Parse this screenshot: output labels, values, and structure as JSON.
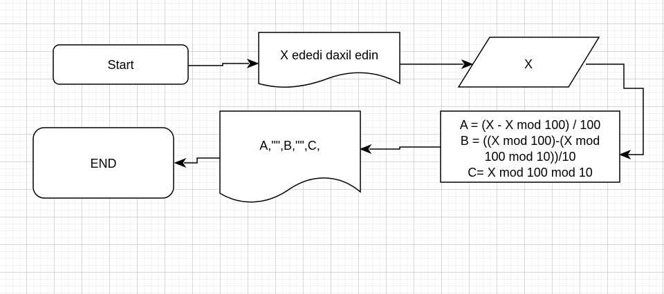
{
  "diagram": {
    "nodes": {
      "start": {
        "label": "Start"
      },
      "input_doc": {
        "label": "X ededi daxil edin"
      },
      "input_x": {
        "label": "X"
      },
      "process": {
        "lines": [
          "A = (X - X mod 100) / 100",
          "B = ((X mod 100)-(X mod",
          "100 mod 10))/10",
          "C= X mod 100 mod 10"
        ]
      },
      "output_doc": {
        "label": "A,\"\",B,\"\",C,"
      },
      "end": {
        "label": "END"
      }
    },
    "colors": {
      "stroke": "#000000",
      "fill": "#ffffff",
      "grid": "#e6e6e6"
    }
  }
}
